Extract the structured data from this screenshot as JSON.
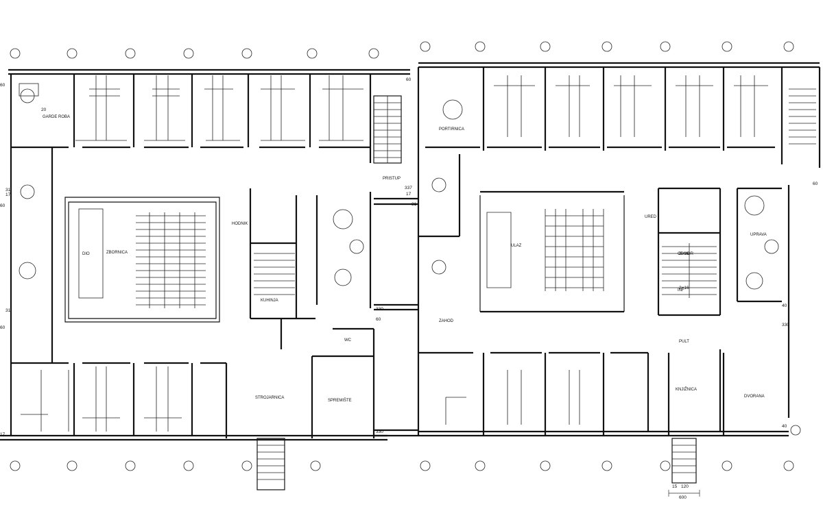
{
  "rooms": {
    "garderoba_top": "GARDE ROBA",
    "pristup": "PRISTUP",
    "lijevi_hol": "DIO",
    "zbornica": "ZBORNICA",
    "kuhinja": "KUHINJA",
    "wc": "WC",
    "strojarnica": "STROJARNICA",
    "spremiste": "SPREMIŠTE",
    "hodnik": "HODNIK",
    "portirnica": "PORTIRNICA",
    "ulaz": "ULAZ",
    "uprava": "UPRAVA",
    "knjiznica": "KNJIŽNICA",
    "dvorana": "DVORANA",
    "odmor": "ODMOR",
    "inf": "INF",
    "ured": "URED",
    "pult": "PULT",
    "zahod": "ZAHOD"
  },
  "dims": {
    "d60": "60",
    "d17": "17",
    "d31": "31",
    "d337": "337",
    "d330": "330",
    "d20": "20",
    "d40": "40",
    "d120": "120",
    "d15": "15",
    "d600": "600",
    "stair_a": "2×16",
    "stair_b": "2×16"
  }
}
